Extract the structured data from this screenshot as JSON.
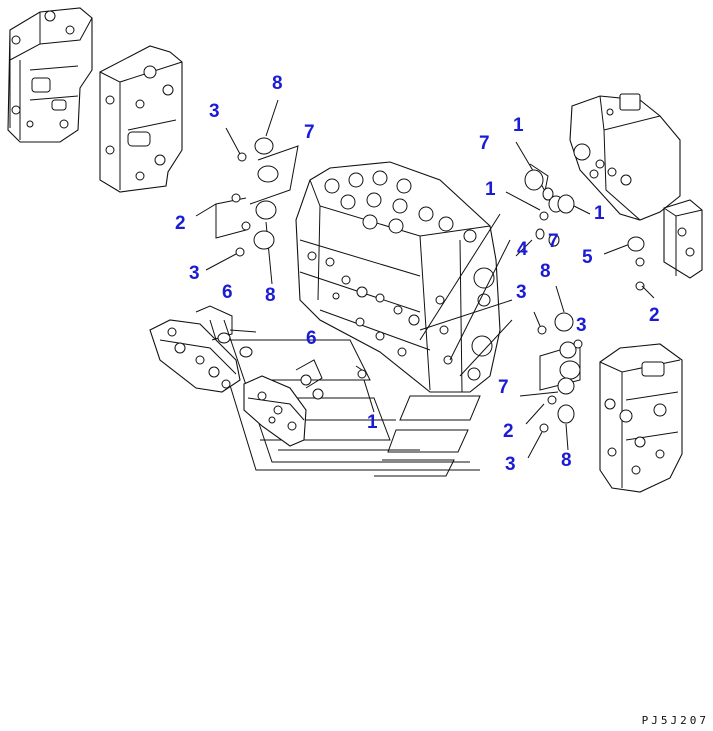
{
  "diagram": {
    "drawing_code": "PJ5J207",
    "label_color": "#1b1bd6",
    "callouts": [
      {
        "id": "c-8-top",
        "text": "8"
      },
      {
        "id": "c-3-top",
        "text": "3"
      },
      {
        "id": "c-7-top",
        "text": "7"
      },
      {
        "id": "c-2-left",
        "text": "2"
      },
      {
        "id": "c-3-left",
        "text": "3"
      },
      {
        "id": "c-8-left",
        "text": "8"
      },
      {
        "id": "c-6-upper",
        "text": "6"
      },
      {
        "id": "c-6-lower",
        "text": "6"
      },
      {
        "id": "c-1-center",
        "text": "1"
      },
      {
        "id": "c-7-right-top",
        "text": "7"
      },
      {
        "id": "c-1-right-top",
        "text": "1"
      },
      {
        "id": "c-1-right-mid",
        "text": "1"
      },
      {
        "id": "c-1-right-ring",
        "text": "1"
      },
      {
        "id": "c-4",
        "text": "4"
      },
      {
        "id": "c-7-right-mid",
        "text": "7"
      },
      {
        "id": "c-5",
        "text": "5"
      },
      {
        "id": "c-8-right",
        "text": "8"
      },
      {
        "id": "c-3-right-a",
        "text": "3"
      },
      {
        "id": "c-2-far-right",
        "text": "2"
      },
      {
        "id": "c-3-right-b",
        "text": "3"
      },
      {
        "id": "c-7-right-low",
        "text": "7"
      },
      {
        "id": "c-2-right-low",
        "text": "2"
      },
      {
        "id": "c-3-right-low",
        "text": "3"
      },
      {
        "id": "c-8-right-low",
        "text": "8"
      }
    ]
  }
}
